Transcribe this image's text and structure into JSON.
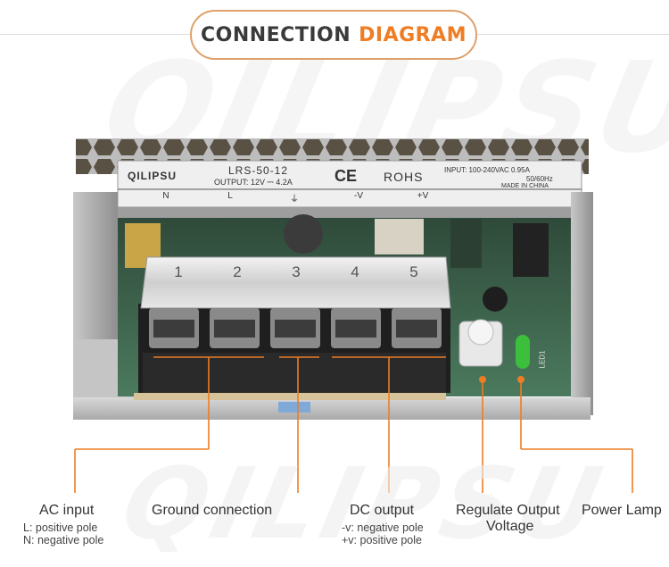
{
  "header": {
    "title_dark": "CONNECTION",
    "title_accent": "DIAGRAM",
    "accent_color": "#ee7d24"
  },
  "watermark": "QILIPSU",
  "device": {
    "brand": "QILIPSU",
    "model": "LRS-50-12",
    "output": "OUTPUT: 12V ⎓ 4.2A",
    "ce_mark": "CE",
    "rohs": "ROHS",
    "input": "INPUT: 100-240VAC 0.95A",
    "freq": "50/60Hz",
    "made_in": "MADE IN CHINA",
    "terminal_marks": [
      "N",
      "L",
      "⏚",
      "-V",
      "+V"
    ],
    "terminal_numbers": [
      "1",
      "2",
      "3",
      "4",
      "5"
    ],
    "led_label": "LED1"
  },
  "callouts": {
    "ac_input": {
      "title": "AC input",
      "lines": [
        "L: positive pole",
        "N: negative pole"
      ]
    },
    "ground": {
      "title": "Ground connection"
    },
    "dc_output": {
      "title": "DC  output",
      "lines": [
        "-v: negative pole",
        "+v: positive pole"
      ]
    },
    "regulate": {
      "title_line1": "Regulate Output",
      "title_line2": "Voltage"
    },
    "power_lamp": {
      "title": "Power Lamp"
    }
  }
}
